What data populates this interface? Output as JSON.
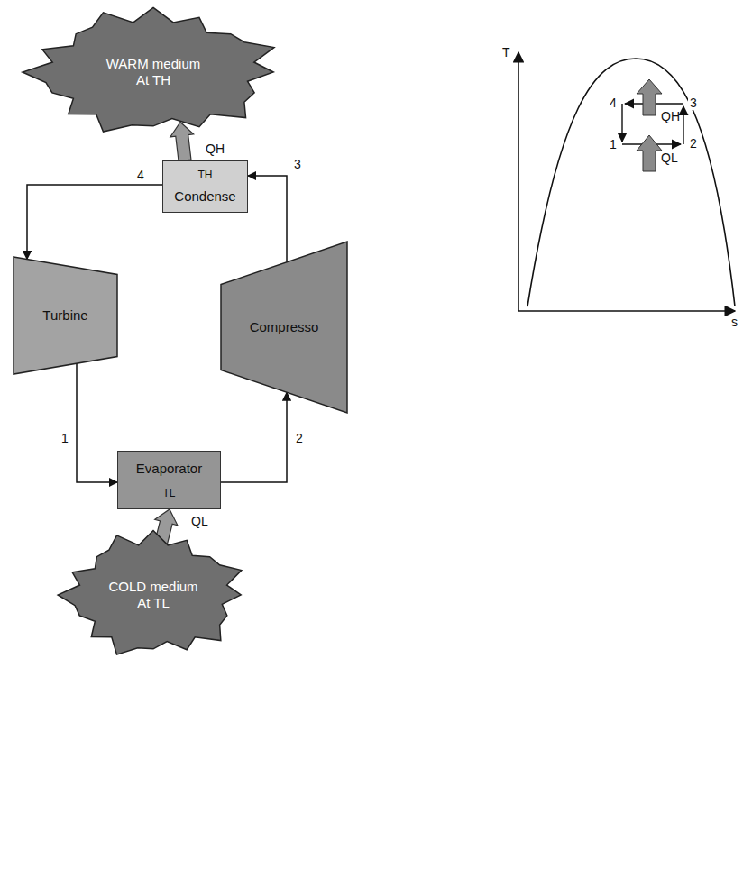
{
  "diagram": {
    "nodes": [
      {
        "text": [
          "WARM medium",
          "At TH"
        ]
      },
      {
        "text": [
          "TH",
          "Condense"
        ]
      },
      {
        "text": [
          "Turbine"
        ]
      },
      {
        "text": [
          "Compresso"
        ]
      },
      {
        "text": [
          "Evaporator",
          "TL"
        ]
      },
      {
        "text": [
          "COLD medium",
          "At TL"
        ]
      }
    ],
    "edges": [
      {
        "from": 1,
        "to": 2,
        "arrow": "to",
        "label": "4"
      },
      {
        "from": 2,
        "to": 4,
        "arrow": "to",
        "label": "1"
      },
      {
        "from": 4,
        "to": 3,
        "arrow": "to",
        "label": "2"
      },
      {
        "from": 3,
        "to": 1,
        "arrow": "to",
        "label": "3"
      },
      {
        "from": 1,
        "to": 0,
        "arrow": "to",
        "label": "QH"
      },
      {
        "from": 5,
        "to": 4,
        "arrow": "to",
        "label": "QL"
      }
    ],
    "labels": [
      "T",
      "s",
      "4",
      "3",
      "1",
      "2",
      "QH",
      "QL"
    ]
  }
}
